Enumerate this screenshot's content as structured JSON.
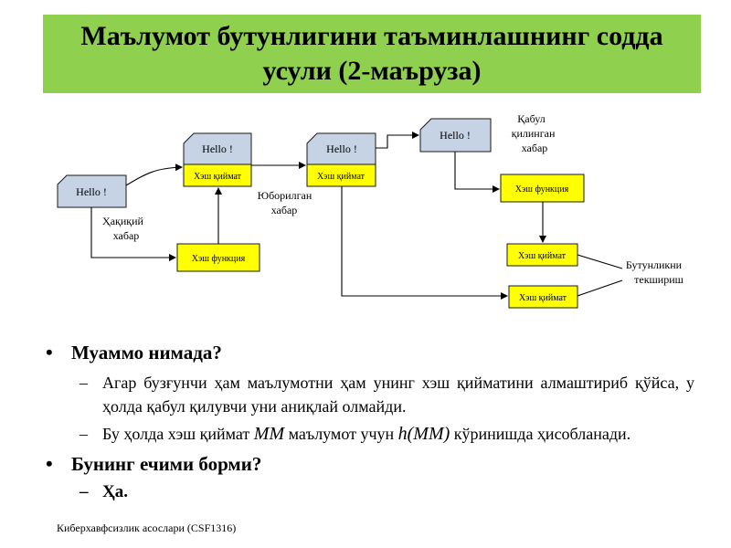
{
  "slide": {
    "title_line1": "Маълумот бутунлигини таъминлашнинг  содда",
    "title_line2": "усули (2-маъруза)"
  },
  "diagram": {
    "msg": "Hello !",
    "hash_value": "Хэш қиймат",
    "hash_function": "Хэш функция",
    "real_msg": [
      "Ҳақиқий",
      "хабар"
    ],
    "sent_msg": [
      "Юборилган",
      "хабар"
    ],
    "received_msg": [
      "Қабул",
      "қилинган",
      "хабар"
    ],
    "integrity_check": [
      "Бутунликни",
      "текшириш"
    ]
  },
  "bullets": {
    "q1": "Муаммо нимада?",
    "a1": "Агар бузғунчи ҳам маълумотни ҳам унинг хэш қийматини алмаштириб қўйса, у ҳолда қабул қилувчи уни аниқлай олмайди.",
    "a2_part1": "Бу ҳолда хэш қиймат ",
    "a2_math1": "MM",
    "a2_part2": " маълумот учун ",
    "a2_math2": "h(MM)",
    "a2_part3": " кўринишда ҳисобланади.",
    "q2": "Бунинг ечими борми?",
    "a3": "Ҳа.",
    "dash": "–"
  },
  "footer": "Киберхавфсизлик асослари (CSF1316)"
}
